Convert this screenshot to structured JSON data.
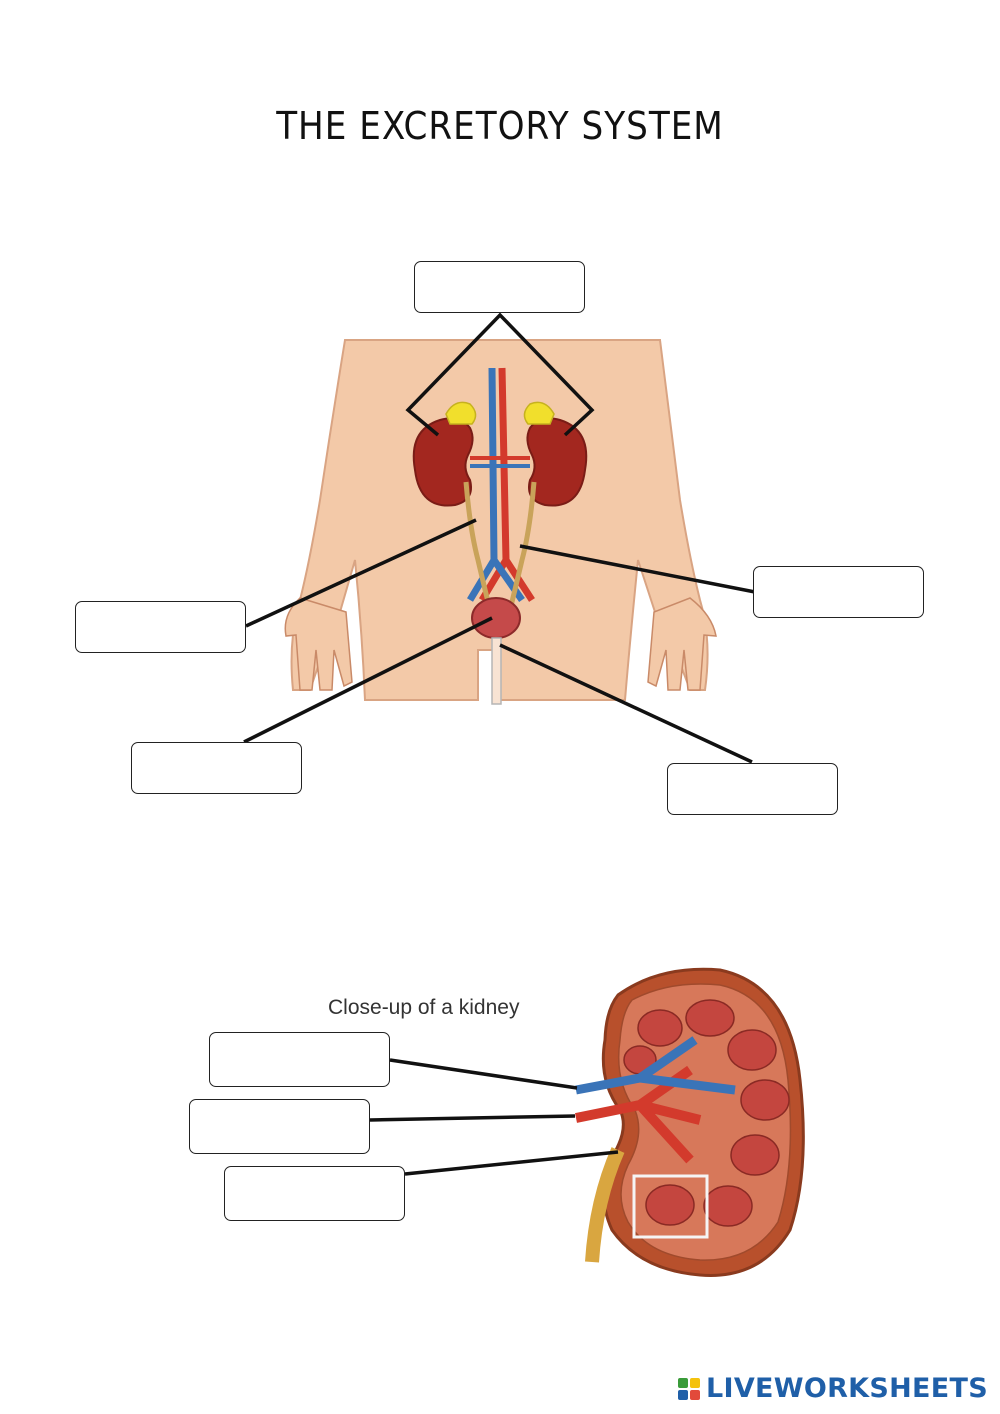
{
  "title": "THE EXCRETORY SYSTEM",
  "kidney_caption": "Close-up of a kidney",
  "footer": {
    "brand": "LIVEWORKSHEETS"
  },
  "colors": {
    "skin": "#f3c9a8",
    "kidney": "#a3271f",
    "artery": "#d33a2c",
    "vein": "#3a74b8",
    "ureter": "#c9a35a",
    "adrenal": "#f1df2c",
    "brand": "#1f5fa8"
  },
  "answer_boxes": {
    "kidneys": "",
    "ureter": "",
    "bladder": "",
    "urethra": "",
    "vessel": "",
    "renal_vein": "",
    "renal_artery": "",
    "ureter_closeup": ""
  }
}
